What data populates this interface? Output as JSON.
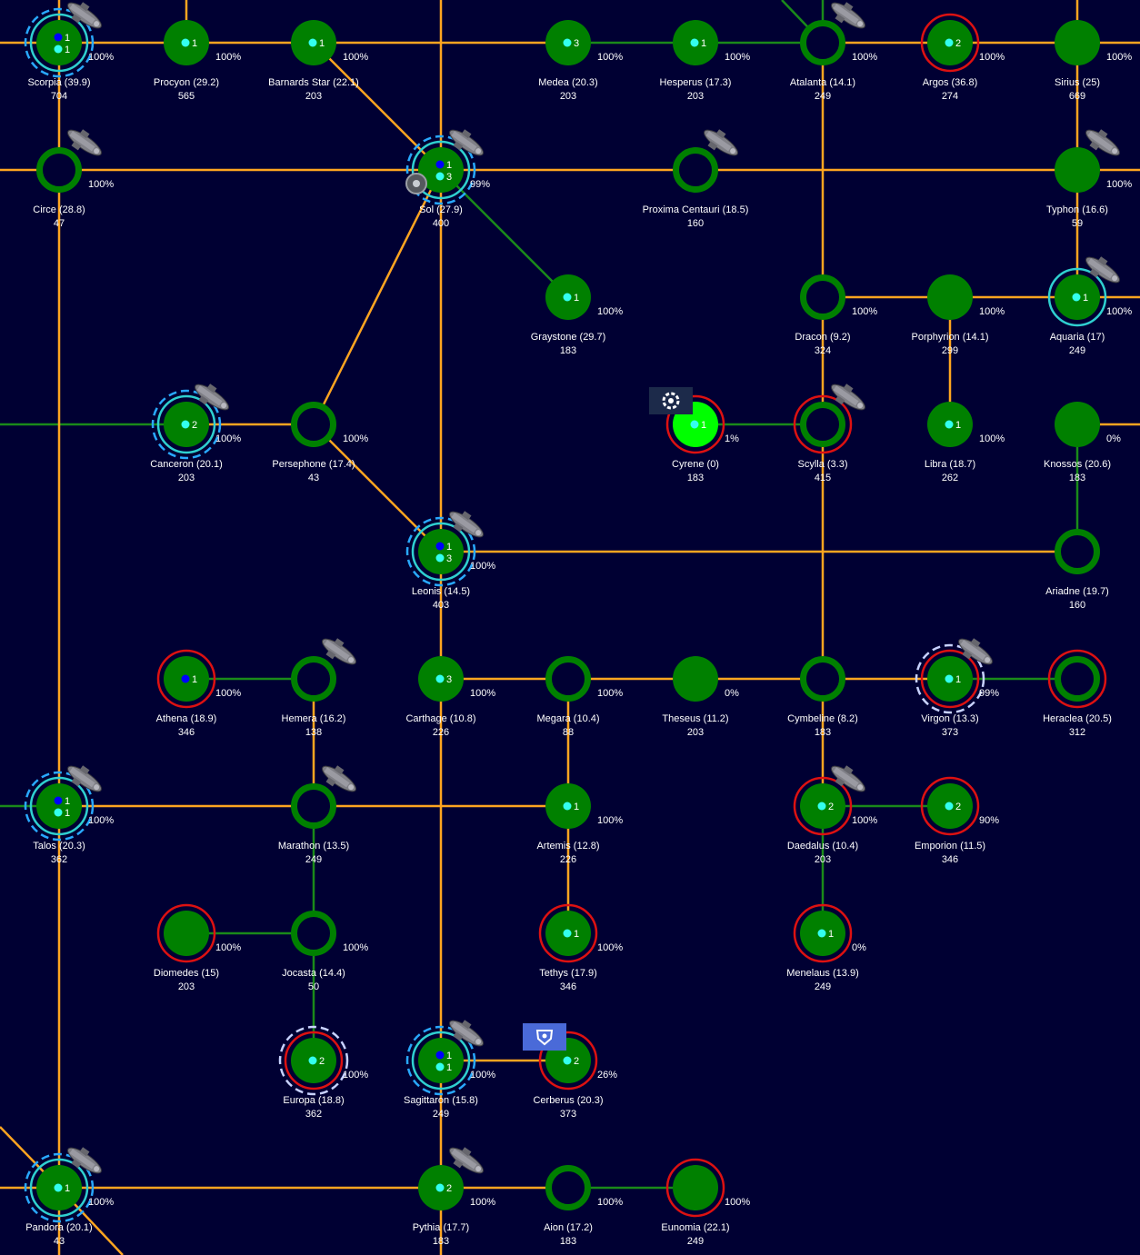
{
  "colors": {
    "background": "#000033",
    "orange_lane": "#ffa520",
    "green_lane": "#1a8a1a",
    "planet_owned": "#008000",
    "planet_selected": "#00ff00",
    "enemy_ring": "#dd1111",
    "shield_ring": "#2fd0d0",
    "dash_ring": "#29a9ff",
    "dash_ring_white": "#c8d2ff",
    "dot_cyan": "#33ffee",
    "dot_blue": "#0000ff"
  },
  "icons": {
    "ship": "cruiser-ship-icon",
    "cyrene_marker": "gear-icon",
    "cerberus_marker": "shield-emblem-icon"
  },
  "planets": [
    {
      "id": "scorpia",
      "name": "Scorpia",
      "pop": "(39.9)",
      "value": "704",
      "pct": "100%",
      "badges": [
        {
          "dot": "blue",
          "n": "1"
        },
        {
          "dot": "cyan",
          "n": "1"
        }
      ],
      "fill": true,
      "ring": "shield",
      "dash": "blue",
      "ship": true
    },
    {
      "id": "procyon",
      "name": "Procyon",
      "pop": "(29.2)",
      "value": "565",
      "pct": "100%",
      "badges": [
        {
          "dot": "cyan",
          "n": "1"
        }
      ],
      "fill": true
    },
    {
      "id": "barnards",
      "name": "Barnards Star",
      "pop": "(22.1)",
      "value": "203",
      "pct": "100%",
      "badges": [
        {
          "dot": "cyan",
          "n": "1"
        }
      ],
      "fill": true
    },
    {
      "id": "medea",
      "name": "Medea",
      "pop": "(20.3)",
      "value": "203",
      "pct": "100%",
      "badges": [
        {
          "dot": "cyan",
          "n": "3"
        }
      ],
      "fill": true
    },
    {
      "id": "hesperus",
      "name": "Hesperus",
      "pop": "(17.3)",
      "value": "203",
      "pct": "100%",
      "badges": [
        {
          "dot": "cyan",
          "n": "1"
        }
      ],
      "fill": true
    },
    {
      "id": "atalanta",
      "name": "Atalanta",
      "pop": "(14.1)",
      "value": "249",
      "pct": "100%",
      "badges": [],
      "fill": false,
      "ship": true
    },
    {
      "id": "argos",
      "name": "Argos",
      "pop": "(36.8)",
      "value": "274",
      "pct": "100%",
      "badges": [
        {
          "dot": "cyan",
          "n": "2"
        }
      ],
      "fill": true,
      "ring": "enemy"
    },
    {
      "id": "sirius",
      "name": "Sirius",
      "pop": "(25)",
      "value": "669",
      "pct": "100%",
      "badges": [],
      "fill": true
    },
    {
      "id": "circe",
      "name": "Circe",
      "pop": "(28.8)",
      "value": "47",
      "pct": "100%",
      "badges": [],
      "fill": false,
      "ship": true
    },
    {
      "id": "sol",
      "name": "Sol",
      "pop": "(27.9)",
      "value": "400",
      "pct": "99%",
      "badges": [
        {
          "dot": "blue",
          "n": "1"
        },
        {
          "dot": "cyan",
          "n": "3"
        }
      ],
      "fill": true,
      "ring": "shield",
      "dash": "blue",
      "ship": true,
      "station": true
    },
    {
      "id": "proxima",
      "name": "Proxima Centauri",
      "pop": "(18.5)",
      "value": "160",
      "pct": "",
      "badges": [],
      "fill": false,
      "ship": true
    },
    {
      "id": "typhon",
      "name": "Typhon",
      "pop": "(16.6)",
      "value": "59",
      "pct": "100%",
      "badges": [],
      "fill": true,
      "ship": true
    },
    {
      "id": "graystone",
      "name": "Graystone",
      "pop": "(29.7)",
      "value": "183",
      "pct": "100%",
      "badges": [
        {
          "dot": "cyan",
          "n": "1"
        }
      ],
      "fill": true
    },
    {
      "id": "dracon",
      "name": "Dracon",
      "pop": "(9.2)",
      "value": "324",
      "pct": "100%",
      "badges": [],
      "fill": false
    },
    {
      "id": "porphyrion",
      "name": "Porphyrion",
      "pop": "(14.1)",
      "value": "299",
      "pct": "100%",
      "badges": [],
      "fill": true
    },
    {
      "id": "aquaria",
      "name": "Aquaria",
      "pop": "(17)",
      "value": "249",
      "pct": "100%",
      "badges": [
        {
          "dot": "cyan",
          "n": "1"
        }
      ],
      "fill": true,
      "ring": "shield",
      "ship": true
    },
    {
      "id": "canceron",
      "name": "Canceron",
      "pop": "(20.1)",
      "value": "203",
      "pct": "100%",
      "badges": [
        {
          "dot": "cyan",
          "n": "2"
        }
      ],
      "fill": true,
      "ring": "shield",
      "dash": "blue",
      "ship": true
    },
    {
      "id": "persephone",
      "name": "Persephone",
      "pop": "(17.4)",
      "value": "43",
      "pct": "100%",
      "badges": [],
      "fill": false
    },
    {
      "id": "cyrene",
      "name": "Cyrene",
      "pop": "(0)",
      "value": "183",
      "pct": "1%",
      "badges": [
        {
          "dot": "cyan",
          "n": "1"
        }
      ],
      "fill": true,
      "selected": true,
      "ring": "enemy",
      "marker": "gear"
    },
    {
      "id": "scylla",
      "name": "Scylla",
      "pop": "(3.3)",
      "value": "415",
      "pct": "",
      "badges": [],
      "fill": false,
      "ring": "enemy",
      "ship": true
    },
    {
      "id": "libra",
      "name": "Libra",
      "pop": "(18.7)",
      "value": "262",
      "pct": "100%",
      "badges": [
        {
          "dot": "cyan",
          "n": "1"
        }
      ],
      "fill": true
    },
    {
      "id": "knossos",
      "name": "Knossos",
      "pop": "(20.6)",
      "value": "183",
      "pct": "0%",
      "badges": [],
      "fill": true
    },
    {
      "id": "leonis",
      "name": "Leonis",
      "pop": "(14.5)",
      "value": "403",
      "pct": "100%",
      "badges": [
        {
          "dot": "blue",
          "n": "1"
        },
        {
          "dot": "cyan",
          "n": "3"
        }
      ],
      "fill": true,
      "ring": "shield",
      "dash": "blue",
      "ship": true
    },
    {
      "id": "ariadne",
      "name": "Ariadne",
      "pop": "(19.7)",
      "value": "160",
      "pct": "",
      "badges": [],
      "fill": false
    },
    {
      "id": "athena",
      "name": "Athena",
      "pop": "(18.9)",
      "value": "346",
      "pct": "100%",
      "badges": [
        {
          "dot": "blue",
          "n": "1"
        }
      ],
      "fill": true,
      "ring": "enemy"
    },
    {
      "id": "hemera",
      "name": "Hemera",
      "pop": "(16.2)",
      "value": "138",
      "pct": "",
      "badges": [],
      "fill": false,
      "ship": true
    },
    {
      "id": "carthage",
      "name": "Carthage",
      "pop": "(10.8)",
      "value": "226",
      "pct": "100%",
      "badges": [
        {
          "dot": "cyan",
          "n": "3"
        }
      ],
      "fill": true
    },
    {
      "id": "megara",
      "name": "Megara",
      "pop": "(10.4)",
      "value": "88",
      "pct": "100%",
      "badges": [],
      "fill": false
    },
    {
      "id": "theseus",
      "name": "Theseus",
      "pop": "(11.2)",
      "value": "203",
      "pct": "0%",
      "badges": [],
      "fill": true
    },
    {
      "id": "cymbeline",
      "name": "Cymbeline",
      "pop": "(8.2)",
      "value": "183",
      "pct": "",
      "badges": [],
      "fill": false
    },
    {
      "id": "virgon",
      "name": "Virgon",
      "pop": "(13.3)",
      "value": "373",
      "pct": "99%",
      "badges": [
        {
          "dot": "cyan",
          "n": "1"
        }
      ],
      "fill": true,
      "ring": "enemy",
      "dash": "white",
      "ship": true
    },
    {
      "id": "heraclea",
      "name": "Heraclea",
      "pop": "(20.5)",
      "value": "312",
      "pct": "",
      "badges": [],
      "fill": false,
      "ring": "enemy"
    },
    {
      "id": "talos",
      "name": "Talos",
      "pop": "(20.3)",
      "value": "362",
      "pct": "100%",
      "badges": [
        {
          "dot": "blue",
          "n": "1"
        },
        {
          "dot": "cyan",
          "n": "1"
        }
      ],
      "fill": true,
      "ring": "shield",
      "dash": "blue",
      "ship": true
    },
    {
      "id": "marathon",
      "name": "Marathon",
      "pop": "(13.5)",
      "value": "249",
      "pct": "",
      "badges": [],
      "fill": false,
      "ship": true
    },
    {
      "id": "artemis",
      "name": "Artemis",
      "pop": "(12.8)",
      "value": "226",
      "pct": "100%",
      "badges": [
        {
          "dot": "cyan",
          "n": "1"
        }
      ],
      "fill": true
    },
    {
      "id": "daedalus",
      "name": "Daedalus",
      "pop": "(10.4)",
      "value": "203",
      "pct": "100%",
      "badges": [
        {
          "dot": "cyan",
          "n": "2"
        }
      ],
      "fill": true,
      "ring": "enemy",
      "ship": true
    },
    {
      "id": "emporion",
      "name": "Emporion",
      "pop": "(11.5)",
      "value": "346",
      "pct": "90%",
      "badges": [
        {
          "dot": "cyan",
          "n": "2"
        }
      ],
      "fill": true,
      "ring": "enemy"
    },
    {
      "id": "diomedes",
      "name": "Diomedes",
      "pop": "(15)",
      "value": "203",
      "pct": "100%",
      "badges": [],
      "fill": true,
      "ring": "enemy"
    },
    {
      "id": "jocasta",
      "name": "Jocasta",
      "pop": "(14.4)",
      "value": "50",
      "pct": "100%",
      "badges": [],
      "fill": false
    },
    {
      "id": "tethys",
      "name": "Tethys",
      "pop": "(17.9)",
      "value": "346",
      "pct": "100%",
      "badges": [
        {
          "dot": "cyan",
          "n": "1"
        }
      ],
      "fill": true,
      "ring": "enemy"
    },
    {
      "id": "menelaus",
      "name": "Menelaus",
      "pop": "(13.9)",
      "value": "249",
      "pct": "0%",
      "badges": [
        {
          "dot": "cyan",
          "n": "1"
        }
      ],
      "fill": true,
      "ring": "enemy"
    },
    {
      "id": "europa",
      "name": "Europa",
      "pop": "(18.8)",
      "value": "362",
      "pct": "100%",
      "badges": [
        {
          "dot": "cyan",
          "n": "2"
        }
      ],
      "fill": true,
      "ring": "enemy",
      "dash": "white"
    },
    {
      "id": "sagittaron",
      "name": "Sagittaron",
      "pop": "(15.8)",
      "value": "249",
      "pct": "100%",
      "badges": [
        {
          "dot": "blue",
          "n": "1"
        },
        {
          "dot": "cyan",
          "n": "1"
        }
      ],
      "fill": true,
      "ring": "shield",
      "dash": "blue",
      "ship": true
    },
    {
      "id": "cerberus",
      "name": "Cerberus",
      "pop": "(20.3)",
      "value": "373",
      "pct": "26%",
      "badges": [
        {
          "dot": "cyan",
          "n": "2"
        }
      ],
      "fill": true,
      "ring": "enemy",
      "marker": "shield"
    },
    {
      "id": "pandora",
      "name": "Pandora",
      "pop": "(20.1)",
      "value": "43",
      "pct": "100%",
      "badges": [
        {
          "dot": "cyan",
          "n": "1"
        }
      ],
      "fill": true,
      "ring": "shield",
      "dash": "blue",
      "ship": true
    },
    {
      "id": "pythia",
      "name": "Pythia",
      "pop": "(17.7)",
      "value": "183",
      "pct": "100%",
      "badges": [
        {
          "dot": "cyan",
          "n": "2"
        }
      ],
      "fill": true,
      "ship": true
    },
    {
      "id": "aion",
      "name": "Aion",
      "pop": "(17.2)",
      "value": "183",
      "pct": "100%",
      "badges": [],
      "fill": false
    },
    {
      "id": "eunomia",
      "name": "Eunomia",
      "pop": "(22.1)",
      "value": "249",
      "pct": "100%",
      "badges": [],
      "fill": true,
      "ring": "enemy"
    }
  ],
  "lanes": [
    [
      "scorpia",
      "procyon",
      "o"
    ],
    [
      "procyon",
      "barnards",
      "o"
    ],
    [
      "barnards",
      "medea",
      "o"
    ],
    [
      "medea",
      "hesperus",
      "g"
    ],
    [
      "hesperus",
      "atalanta",
      "g"
    ],
    [
      "atalanta",
      "argos",
      "o"
    ],
    [
      "argos",
      "sirius",
      "o"
    ],
    [
      "scorpia",
      "circe",
      "o"
    ],
    [
      "circe",
      "sol",
      "o"
    ],
    [
      "barnards",
      "sol",
      "o"
    ],
    [
      "sol",
      "proxima",
      "o"
    ],
    [
      "proxima",
      "typhon",
      "o"
    ],
    [
      "sirius",
      "typhon",
      "o"
    ],
    [
      "typhon",
      "aquaria",
      "o"
    ],
    [
      "sol",
      "graystone",
      "g"
    ],
    [
      "sol",
      "persephone",
      "o"
    ],
    [
      "sol",
      "leonis",
      "o"
    ],
    [
      "atalanta",
      "dracon",
      "o"
    ],
    [
      "dracon",
      "porphyrion",
      "o"
    ],
    [
      "porphyrion",
      "aquaria",
      "o"
    ],
    [
      "porphyrion",
      "libra",
      "o"
    ],
    [
      "dracon",
      "scylla",
      "o"
    ],
    [
      "cyrene",
      "scylla",
      "g"
    ],
    [
      "canceron",
      "persephone",
      "o"
    ],
    [
      "persephone",
      "leonis",
      "o"
    ],
    [
      "knossos",
      "ariadne",
      "g"
    ],
    [
      "leonis",
      "ariadne",
      "o"
    ],
    [
      "leonis",
      "carthage",
      "o"
    ],
    [
      "scylla",
      "cymbeline",
      "o"
    ],
    [
      "circe",
      "talos",
      "o"
    ],
    [
      "athena",
      "hemera",
      "g"
    ],
    [
      "hemera",
      "marathon",
      "o"
    ],
    [
      "carthage",
      "megara",
      "o"
    ],
    [
      "megara",
      "theseus",
      "o"
    ],
    [
      "theseus",
      "cymbeline",
      "o"
    ],
    [
      "cymbeline",
      "virgon",
      "o"
    ],
    [
      "virgon",
      "heraclea",
      "g"
    ],
    [
      "talos",
      "marathon",
      "o"
    ],
    [
      "marathon",
      "artemis",
      "o"
    ],
    [
      "megara",
      "artemis",
      "o"
    ],
    [
      "carthage",
      "sagittaron",
      "o"
    ],
    [
      "cymbeline",
      "daedalus",
      "o"
    ],
    [
      "daedalus",
      "emporion",
      "g"
    ],
    [
      "daedalus",
      "menelaus",
      "g"
    ],
    [
      "marathon",
      "jocasta",
      "g"
    ],
    [
      "diomedes",
      "jocasta",
      "g"
    ],
    [
      "jocasta",
      "europa",
      "g"
    ],
    [
      "artemis",
      "tethys",
      "o"
    ],
    [
      "sagittaron",
      "cerberus",
      "o"
    ],
    [
      "talos",
      "pandora",
      "o"
    ],
    [
      "pandora",
      "pythia",
      "o"
    ],
    [
      "sagittaron",
      "pythia",
      "o"
    ],
    [
      "pythia",
      "aion",
      "o"
    ],
    [
      "aion",
      "eunomia",
      "g"
    ]
  ]
}
